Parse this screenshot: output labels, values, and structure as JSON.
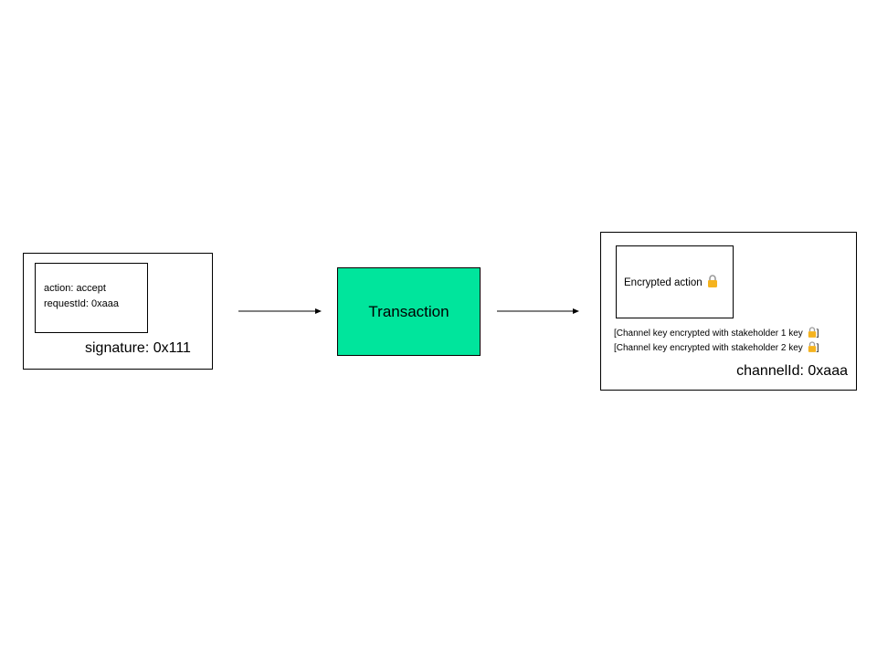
{
  "signed_request": {
    "action_line": "action: accept",
    "request_line": "requestId: 0xaaa",
    "signature": "signature: 0x111"
  },
  "transaction": {
    "label": "Transaction",
    "fill_color": "#00e59c"
  },
  "channel": {
    "encrypted_action": "Encrypted action",
    "key_lines": [
      "[Channel key encrypted with stakeholder 1 key",
      "[Channel key encrypted with stakeholder 2 key"
    ],
    "closing_bracket": "]",
    "channel_id": "channelId: 0xaaa"
  },
  "icons": {
    "lock": "lock-icon",
    "arrow": "arrow-right-icon"
  }
}
